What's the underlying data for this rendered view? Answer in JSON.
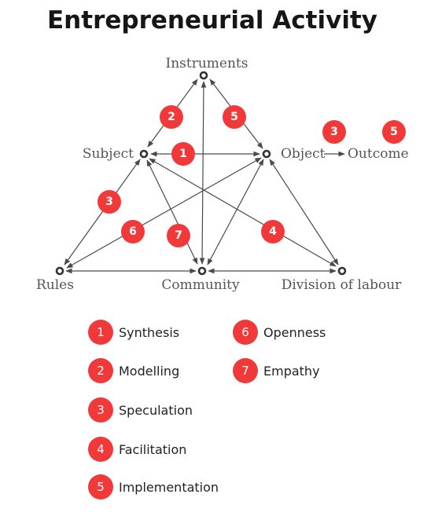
{
  "title": "Entrepreneurial Activity",
  "colors": {
    "badge": "#f2393a",
    "line": "#4a4a4a",
    "label": "#555555"
  },
  "nodes": {
    "instruments": "Instruments",
    "subject": "Subject",
    "object": "Object",
    "outcome": "Outcome",
    "rules": "Rules",
    "community": "Community",
    "division": "Division of labour"
  },
  "badges": {
    "instruments_subject": "2",
    "instruments_object": "5",
    "subject_object": "1",
    "object_outcome_a": "3",
    "object_outcome_b": "5",
    "subject_rules": "3",
    "object_rules": "6",
    "subject_community": "7",
    "subject_division": "4"
  },
  "legend": [
    {
      "number": "1",
      "label": "Synthesis"
    },
    {
      "number": "2",
      "label": "Modelling"
    },
    {
      "number": "3",
      "label": "Speculation"
    },
    {
      "number": "4",
      "label": "Facilitation"
    },
    {
      "number": "5",
      "label": "Implementation"
    },
    {
      "number": "6",
      "label": "Openness"
    },
    {
      "number": "7",
      "label": "Empathy"
    }
  ]
}
